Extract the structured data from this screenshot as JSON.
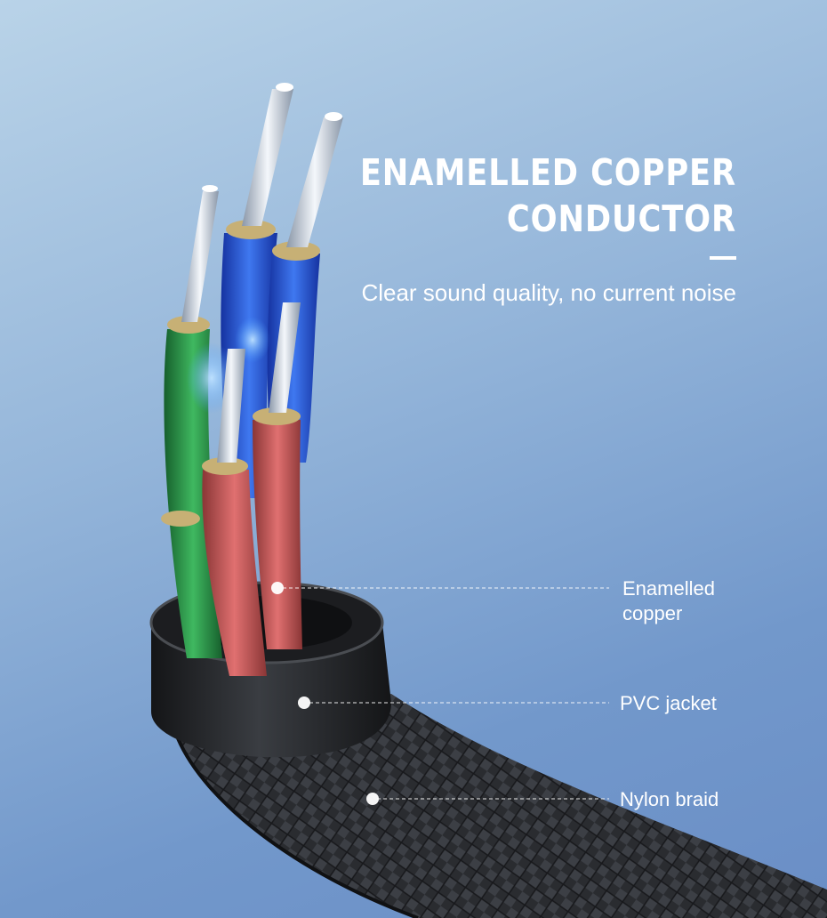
{
  "headline": {
    "line1": "ENAMELLED COPPER",
    "line2": "CONDUCTOR"
  },
  "subtitle": "Clear sound quality, no current noise",
  "callouts": {
    "enamelled": {
      "line1": "Enamelled",
      "line2": "copper"
    },
    "pvc": "PVC jacket",
    "nylon": "Nylon braid"
  },
  "colors": {
    "background_light": "#b9d3e8",
    "background_dark": "#6a8ec6",
    "text": "#ffffff",
    "strand_green": "#2e9c4c",
    "strand_blue": "#2e5fe0",
    "strand_red": "#c85858",
    "jacket": "#202224",
    "braid": "#2a2c30"
  },
  "icons": [
    "callout-dot-icon"
  ]
}
